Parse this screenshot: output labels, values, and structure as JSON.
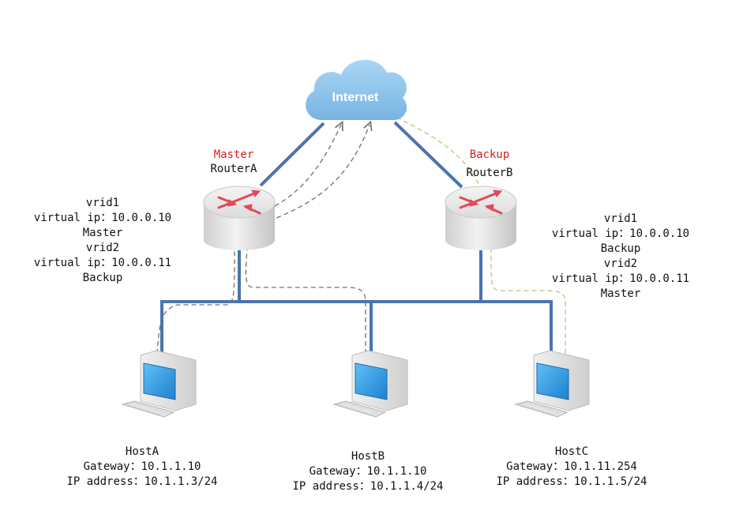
{
  "cloud": {
    "label": "Internet"
  },
  "routerA": {
    "role": "Master",
    "name": "RouterA",
    "info": [
      "vrid1",
      "virtual ip：10.0.0.10",
      "Master",
      "vrid2",
      "virtual ip：10.0.0.11",
      "Backup"
    ]
  },
  "routerB": {
    "role": "Backup",
    "name": "RouterB",
    "info": [
      "vrid1",
      "virtual ip：10.0.0.10",
      "Backup",
      "vrid2",
      "virtual ip：10.0.0.11",
      "Master"
    ]
  },
  "hosts": [
    {
      "name": "HostA",
      "gateway": "Gateway：10.1.1.10",
      "ip": "IP address：10.1.1.3/24"
    },
    {
      "name": "HostB",
      "gateway": "Gateway：10.1.1.10",
      "ip": "IP address：10.1.1.4/24"
    },
    {
      "name": "HostC",
      "gateway": "Gateway：10.1.11.254",
      "ip": "IP address：10.1.1.5/24"
    }
  ],
  "colors": {
    "link": "#4a74ae",
    "role_text": "#d42020",
    "path_gray": "#707070",
    "path_olive": "#b9c47a",
    "cloud": "#8fc4ea",
    "router_body": "#e2e2e2",
    "router_arrow": "#e04a5a",
    "monitor_screen": "#2f9ae0"
  }
}
